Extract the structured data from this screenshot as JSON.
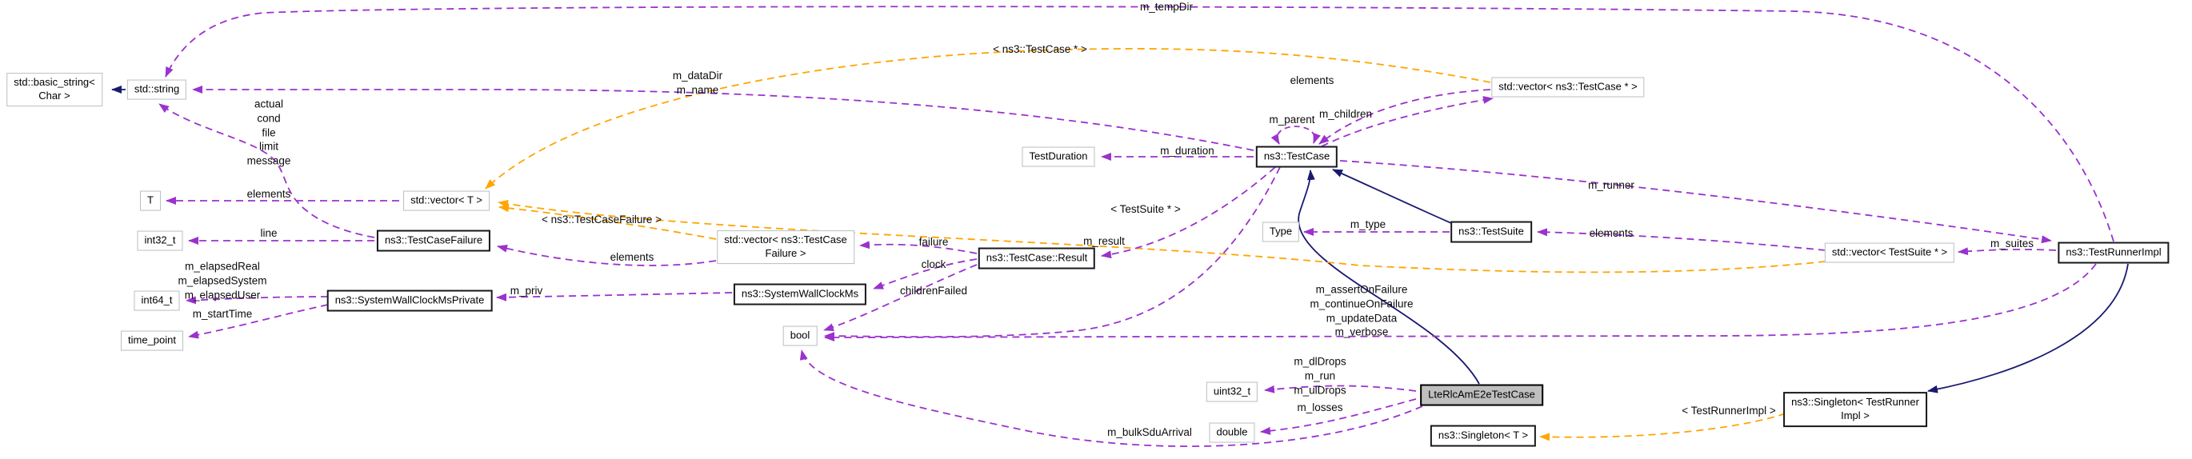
{
  "diagram": {
    "kind": "collaboration-graph",
    "main_class": "LteRlcAmE2eTestCase",
    "colors": {
      "usage_edge": "#9a32cd",
      "template_edge": "#ffa500",
      "inheritance_edge": "#191970",
      "main_node_fill": "#bfbfbf",
      "node_fill": "#ffffff",
      "node_border": "#b9bec4",
      "bold_node_border": "#16191c"
    },
    "nodes": [
      {
        "label": "std::basic_string<\nChar >",
        "kind": "plain"
      },
      {
        "label": "std::string",
        "kind": "plain"
      },
      {
        "label": "T",
        "kind": "plain"
      },
      {
        "label": "int32_t",
        "kind": "plain"
      },
      {
        "label": "int64_t",
        "kind": "plain"
      },
      {
        "label": "time_point",
        "kind": "plain"
      },
      {
        "label": "std::vector< T >",
        "kind": "plain"
      },
      {
        "label": "ns3::TestCaseFailure",
        "kind": "bold"
      },
      {
        "label": "ns3::SystemWallClockMsPrivate",
        "kind": "bold"
      },
      {
        "label": "std::vector< ns3::TestCase\nFailure >",
        "kind": "plain"
      },
      {
        "label": "ns3::SystemWallClockMs",
        "kind": "bold"
      },
      {
        "label": "bool",
        "kind": "plain"
      },
      {
        "label": "ns3::TestCase::Result",
        "kind": "bold"
      },
      {
        "label": "TestDuration",
        "kind": "plain"
      },
      {
        "label": "ns3::TestCase",
        "kind": "bold"
      },
      {
        "label": "std::vector< ns3::TestCase * >",
        "kind": "plain"
      },
      {
        "label": "Type",
        "kind": "plain"
      },
      {
        "label": "ns3::TestSuite",
        "kind": "bold"
      },
      {
        "label": "std::vector< TestSuite * >",
        "kind": "plain"
      },
      {
        "label": "ns3::TestRunnerImpl",
        "kind": "bold"
      },
      {
        "label": "uint32_t",
        "kind": "plain"
      },
      {
        "label": "double",
        "kind": "plain"
      },
      {
        "label": "LteRlcAmE2eTestCase",
        "kind": "main"
      },
      {
        "label": "ns3::Singleton< T >",
        "kind": "bold"
      },
      {
        "label": "ns3::Singleton< TestRunner\nImpl >",
        "kind": "bold"
      }
    ],
    "edges": [
      {
        "from": "std::string",
        "to": "std::basic_string< Char >",
        "type": "inheritance",
        "label": ""
      },
      {
        "from": "ns3::TestRunnerImpl",
        "to": "std::string",
        "type": "usage",
        "label": "m_tempDir"
      },
      {
        "from": "ns3::TestCase",
        "to": "std::string",
        "type": "usage",
        "label": "m_dataDir\nm_name"
      },
      {
        "from": "ns3::TestCaseFailure",
        "to": "std::string",
        "type": "usage",
        "label": "actual\ncond\nfile\nlimit\nmessage"
      },
      {
        "from": "std::vector< T >",
        "to": "T",
        "type": "usage",
        "label": "elements"
      },
      {
        "from": "ns3::TestCaseFailure",
        "to": "int32_t",
        "type": "usage",
        "label": "line"
      },
      {
        "from": "ns3::SystemWallClockMsPrivate",
        "to": "int64_t",
        "type": "usage",
        "label": "m_elapsedReal\nm_elapsedSystem\nm_elapsedUser"
      },
      {
        "from": "ns3::SystemWallClockMsPrivate",
        "to": "time_point",
        "type": "usage",
        "label": "m_startTime"
      },
      {
        "from": "ns3::SystemWallClockMs",
        "to": "ns3::SystemWallClockMsPrivate",
        "type": "usage",
        "label": "m_priv"
      },
      {
        "from": "std::vector< ns3::TestCaseFailure >",
        "to": "ns3::TestCaseFailure",
        "type": "usage",
        "label": "elements"
      },
      {
        "from": "std::vector< ns3::TestCaseFailure >",
        "to": "std::vector< T >",
        "type": "template",
        "label": "< ns3::TestCaseFailure >"
      },
      {
        "from": "ns3::TestCase::Result",
        "to": "std::vector< ns3::TestCaseFailure >",
        "type": "usage",
        "label": "failure"
      },
      {
        "from": "ns3::TestCase::Result",
        "to": "ns3::SystemWallClockMs",
        "type": "usage",
        "label": "clock"
      },
      {
        "from": "ns3::TestCase::Result",
        "to": "bool",
        "type": "usage",
        "label": "childrenFailed"
      },
      {
        "from": "ns3::TestCase",
        "to": "ns3::TestCase::Result",
        "type": "usage",
        "label": "m_result"
      },
      {
        "from": "ns3::TestCase",
        "to": "TestDuration",
        "type": "usage",
        "label": "m_duration"
      },
      {
        "from": "ns3::TestCase",
        "to": "ns3::TestCase",
        "type": "usage",
        "label": "m_parent"
      },
      {
        "from": "ns3::TestCase",
        "to": "std::vector< ns3::TestCase * >",
        "type": "usage",
        "label": "m_children"
      },
      {
        "from": "std::vector< ns3::TestCase * >",
        "to": "ns3::TestCase",
        "type": "usage",
        "label": "elements"
      },
      {
        "from": "std::vector< ns3::TestCase * >",
        "to": "std::vector< T >",
        "type": "template",
        "label": "< ns3::TestCase * >"
      },
      {
        "from": "std::vector< TestSuite * >",
        "to": "std::vector< T >",
        "type": "template",
        "label": "< TestSuite * >"
      },
      {
        "from": "ns3::TestSuite",
        "to": "Type",
        "type": "usage",
        "label": "m_type"
      },
      {
        "from": "std::vector< TestSuite * >",
        "to": "ns3::TestSuite",
        "type": "usage",
        "label": "elements"
      },
      {
        "from": "ns3::TestRunnerImpl",
        "to": "std::vector< TestSuite * >",
        "type": "usage",
        "label": "m_suites"
      },
      {
        "from": "ns3::TestCase",
        "to": "ns3::TestRunnerImpl",
        "type": "usage",
        "label": "m_runner"
      },
      {
        "from": "ns3::TestCase / ns3::TestRunnerImpl",
        "to": "bool",
        "type": "usage",
        "label": "m_assertOnFailure\nm_continueOnFailure\nm_updateData\nm_verbose"
      },
      {
        "from": "LteRlcAmE2eTestCase",
        "to": "uint32_t",
        "type": "usage",
        "label": "m_dlDrops\nm_run\nm_ulDrops"
      },
      {
        "from": "LteRlcAmE2eTestCase",
        "to": "double",
        "type": "usage",
        "label": "m_losses"
      },
      {
        "from": "LteRlcAmE2eTestCase",
        "to": "bool",
        "type": "usage",
        "label": "m_bulkSduArrival"
      },
      {
        "from": "ns3::Singleton< TestRunnerImpl >",
        "to": "ns3::Singleton< T >",
        "type": "template",
        "label": "< TestRunnerImpl >"
      },
      {
        "from": "ns3::TestSuite",
        "to": "ns3::TestCase",
        "type": "inheritance",
        "label": ""
      },
      {
        "from": "LteRlcAmE2eTestCase",
        "to": "ns3::TestCase",
        "type": "inheritance",
        "label": ""
      },
      {
        "from": "ns3::TestRunnerImpl",
        "to": "ns3::Singleton< TestRunnerImpl >",
        "type": "inheritance",
        "label": ""
      }
    ]
  }
}
